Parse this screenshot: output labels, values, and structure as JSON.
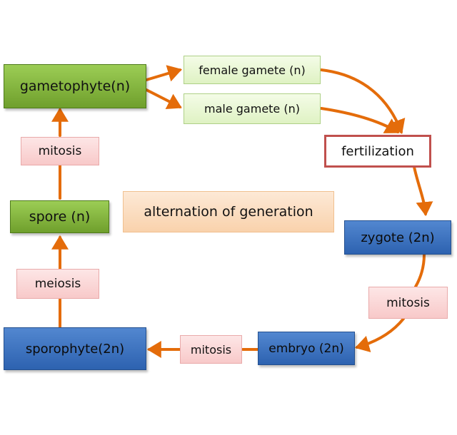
{
  "title": "alternation of generation",
  "nodes": {
    "gametophyte": "gametophyte(n)",
    "female_gamete": "female gamete (n)",
    "male_gamete": "male gamete (n)",
    "fertilization": "fertilization",
    "zygote": "zygote (2n)",
    "mitosis_right": "mitosis",
    "embryo": "embryo (2n)",
    "mitosis_bottom": "mitosis",
    "sporophyte": "sporophyte(2n)",
    "meiosis": "meiosis",
    "spore": "spore (n)",
    "mitosis_left": "mitosis"
  },
  "colors": {
    "arrow": "#e46c0a",
    "gametophyte_fill": "#8bba45",
    "sporophyte_fill": "#3c72c0",
    "fertilization_border": "#c0504d",
    "label_fill": "#fbd5d5",
    "title_fill": "#fbdcc0"
  }
}
